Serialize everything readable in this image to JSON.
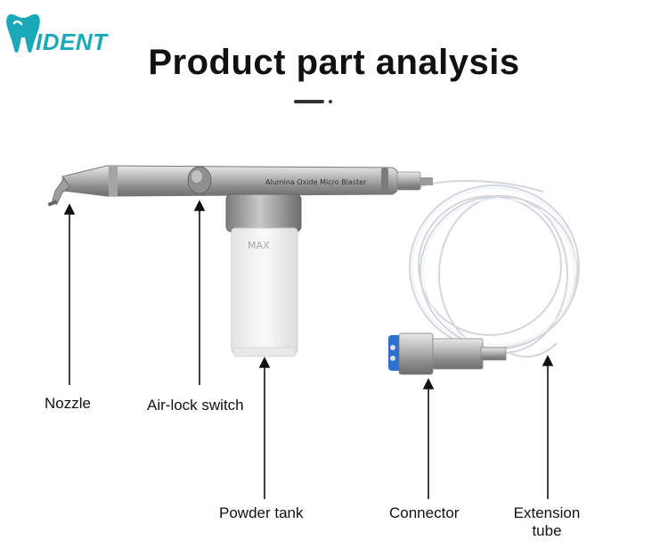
{
  "brand": {
    "logo_text": "IDENT",
    "color": "#1aa9b8"
  },
  "page": {
    "title": "Product part analysis"
  },
  "product": {
    "engraving": "Alumina Oxide Micro Blaster",
    "tank_marking": "MAX"
  },
  "labels": {
    "nozzle": "Nozzle",
    "air_lock_switch": "Air-lock switch",
    "powder_tank": "Powder tank",
    "connector": "Connector",
    "extension_tube_line1": "Extension",
    "extension_tube_line2": "tube"
  }
}
